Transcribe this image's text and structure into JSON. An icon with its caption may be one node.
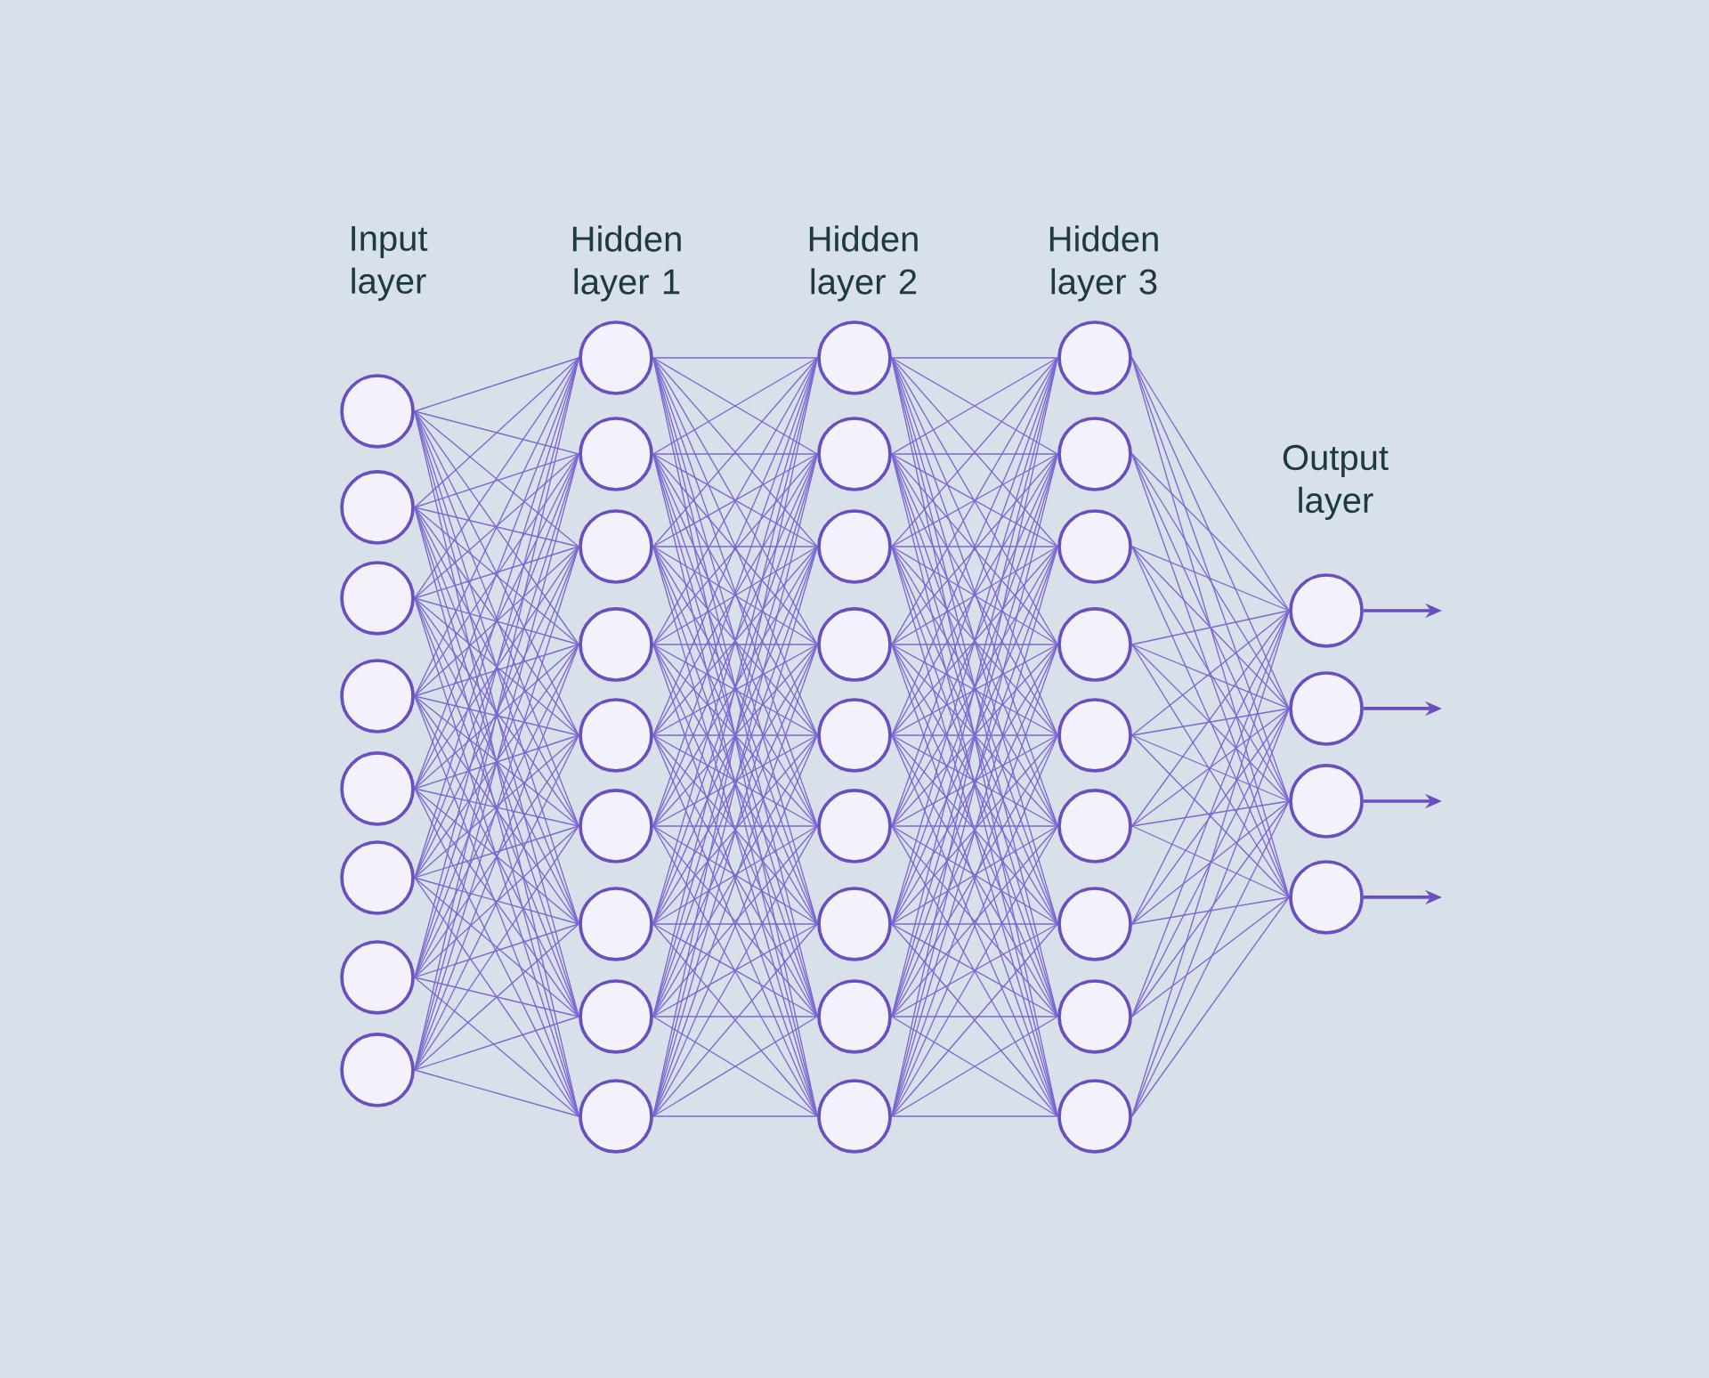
{
  "diagram": {
    "nodes": [
      {
        "text": [],
        "shape": "circle"
      },
      {
        "text": [],
        "shape": "circle"
      },
      {
        "text": [],
        "shape": "circle"
      },
      {
        "text": [],
        "shape": "circle"
      },
      {
        "text": [],
        "shape": "circle"
      },
      {
        "text": [],
        "shape": "circle"
      },
      {
        "text": [],
        "shape": "circle"
      },
      {
        "text": [],
        "shape": "circle"
      },
      {
        "text": [],
        "shape": "circle"
      },
      {
        "text": [],
        "shape": "circle"
      },
      {
        "text": [],
        "shape": "circle"
      },
      {
        "text": [],
        "shape": "circle"
      },
      {
        "text": [],
        "shape": "circle"
      },
      {
        "text": [],
        "shape": "circle"
      },
      {
        "text": [],
        "shape": "circle"
      },
      {
        "text": [],
        "shape": "circle"
      },
      {
        "text": [],
        "shape": "circle"
      },
      {
        "text": [],
        "shape": "circle"
      },
      {
        "text": [],
        "shape": "circle"
      },
      {
        "text": [],
        "shape": "circle"
      },
      {
        "text": [],
        "shape": "circle"
      },
      {
        "text": [],
        "shape": "circle"
      },
      {
        "text": [],
        "shape": "circle"
      },
      {
        "text": [],
        "shape": "circle"
      },
      {
        "text": [],
        "shape": "circle"
      },
      {
        "text": [],
        "shape": "circle"
      },
      {
        "text": [],
        "shape": "circle"
      },
      {
        "text": [],
        "shape": "circle"
      },
      {
        "text": [],
        "shape": "circle"
      },
      {
        "text": [],
        "shape": "circle"
      },
      {
        "text": [],
        "shape": "circle"
      },
      {
        "text": [],
        "shape": "circle"
      },
      {
        "text": [],
        "shape": "circle"
      },
      {
        "text": [],
        "shape": "circle"
      },
      {
        "text": [],
        "shape": "circle"
      },
      {
        "text": [],
        "shape": "circle"
      },
      {
        "text": [],
        "shape": "circle"
      },
      {
        "text": [],
        "shape": "circle"
      },
      {
        "text": [],
        "shape": "circle"
      }
    ],
    "edges": [
      {
        "from": 0,
        "to": 8,
        "arrow": "none"
      },
      {
        "from": 0,
        "to": 9,
        "arrow": "none"
      },
      {
        "from": 0,
        "to": 10,
        "arrow": "none"
      },
      {
        "from": 0,
        "to": 11,
        "arrow": "none"
      },
      {
        "from": 0,
        "to": 12,
        "arrow": "none"
      },
      {
        "from": 0,
        "to": 13,
        "arrow": "none"
      },
      {
        "from": 0,
        "to": 14,
        "arrow": "none"
      },
      {
        "from": 0,
        "to": 15,
        "arrow": "none"
      },
      {
        "from": 0,
        "to": 16,
        "arrow": "none"
      },
      {
        "from": 1,
        "to": 8,
        "arrow": "none"
      },
      {
        "from": 1,
        "to": 9,
        "arrow": "none"
      },
      {
        "from": 1,
        "to": 10,
        "arrow": "none"
      },
      {
        "from": 1,
        "to": 11,
        "arrow": "none"
      },
      {
        "from": 1,
        "to": 12,
        "arrow": "none"
      },
      {
        "from": 1,
        "to": 13,
        "arrow": "none"
      },
      {
        "from": 1,
        "to": 14,
        "arrow": "none"
      },
      {
        "from": 1,
        "to": 15,
        "arrow": "none"
      },
      {
        "from": 1,
        "to": 16,
        "arrow": "none"
      },
      {
        "from": 2,
        "to": 8,
        "arrow": "none"
      },
      {
        "from": 2,
        "to": 9,
        "arrow": "none"
      },
      {
        "from": 2,
        "to": 10,
        "arrow": "none"
      },
      {
        "from": 2,
        "to": 11,
        "arrow": "none"
      },
      {
        "from": 2,
        "to": 12,
        "arrow": "none"
      },
      {
        "from": 2,
        "to": 13,
        "arrow": "none"
      },
      {
        "from": 2,
        "to": 14,
        "arrow": "none"
      },
      {
        "from": 2,
        "to": 15,
        "arrow": "none"
      },
      {
        "from": 2,
        "to": 16,
        "arrow": "none"
      },
      {
        "from": 3,
        "to": 8,
        "arrow": "none"
      },
      {
        "from": 3,
        "to": 9,
        "arrow": "none"
      },
      {
        "from": 3,
        "to": 10,
        "arrow": "none"
      },
      {
        "from": 3,
        "to": 11,
        "arrow": "none"
      },
      {
        "from": 3,
        "to": 12,
        "arrow": "none"
      },
      {
        "from": 3,
        "to": 13,
        "arrow": "none"
      },
      {
        "from": 3,
        "to": 14,
        "arrow": "none"
      },
      {
        "from": 3,
        "to": 15,
        "arrow": "none"
      },
      {
        "from": 3,
        "to": 16,
        "arrow": "none"
      },
      {
        "from": 4,
        "to": 8,
        "arrow": "none"
      },
      {
        "from": 4,
        "to": 9,
        "arrow": "none"
      },
      {
        "from": 4,
        "to": 10,
        "arrow": "none"
      },
      {
        "from": 4,
        "to": 11,
        "arrow": "none"
      },
      {
        "from": 4,
        "to": 12,
        "arrow": "none"
      },
      {
        "from": 4,
        "to": 13,
        "arrow": "none"
      },
      {
        "from": 4,
        "to": 14,
        "arrow": "none"
      },
      {
        "from": 4,
        "to": 15,
        "arrow": "none"
      },
      {
        "from": 4,
        "to": 16,
        "arrow": "none"
      },
      {
        "from": 5,
        "to": 8,
        "arrow": "none"
      },
      {
        "from": 5,
        "to": 9,
        "arrow": "none"
      },
      {
        "from": 5,
        "to": 10,
        "arrow": "none"
      },
      {
        "from": 5,
        "to": 11,
        "arrow": "none"
      },
      {
        "from": 5,
        "to": 12,
        "arrow": "none"
      },
      {
        "from": 5,
        "to": 13,
        "arrow": "none"
      },
      {
        "from": 5,
        "to": 14,
        "arrow": "none"
      },
      {
        "from": 5,
        "to": 15,
        "arrow": "none"
      },
      {
        "from": 5,
        "to": 16,
        "arrow": "none"
      },
      {
        "from": 6,
        "to": 8,
        "arrow": "none"
      },
      {
        "from": 6,
        "to": 9,
        "arrow": "none"
      },
      {
        "from": 6,
        "to": 10,
        "arrow": "none"
      },
      {
        "from": 6,
        "to": 11,
        "arrow": "none"
      },
      {
        "from": 6,
        "to": 12,
        "arrow": "none"
      },
      {
        "from": 6,
        "to": 13,
        "arrow": "none"
      },
      {
        "from": 6,
        "to": 14,
        "arrow": "none"
      },
      {
        "from": 6,
        "to": 15,
        "arrow": "none"
      },
      {
        "from": 6,
        "to": 16,
        "arrow": "none"
      },
      {
        "from": 7,
        "to": 8,
        "arrow": "none"
      },
      {
        "from": 7,
        "to": 9,
        "arrow": "none"
      },
      {
        "from": 7,
        "to": 10,
        "arrow": "none"
      },
      {
        "from": 7,
        "to": 11,
        "arrow": "none"
      },
      {
        "from": 7,
        "to": 12,
        "arrow": "none"
      },
      {
        "from": 7,
        "to": 13,
        "arrow": "none"
      },
      {
        "from": 7,
        "to": 14,
        "arrow": "none"
      },
      {
        "from": 7,
        "to": 15,
        "arrow": "none"
      },
      {
        "from": 7,
        "to": 16,
        "arrow": "none"
      },
      {
        "from": 8,
        "to": 17,
        "arrow": "none"
      },
      {
        "from": 8,
        "to": 18,
        "arrow": "none"
      },
      {
        "from": 8,
        "to": 19,
        "arrow": "none"
      },
      {
        "from": 8,
        "to": 20,
        "arrow": "none"
      },
      {
        "from": 8,
        "to": 21,
        "arrow": "none"
      },
      {
        "from": 8,
        "to": 22,
        "arrow": "none"
      },
      {
        "from": 8,
        "to": 23,
        "arrow": "none"
      },
      {
        "from": 8,
        "to": 24,
        "arrow": "none"
      },
      {
        "from": 8,
        "to": 25,
        "arrow": "none"
      },
      {
        "from": 9,
        "to": 17,
        "arrow": "none"
      },
      {
        "from": 9,
        "to": 18,
        "arrow": "none"
      },
      {
        "from": 9,
        "to": 19,
        "arrow": "none"
      },
      {
        "from": 9,
        "to": 20,
        "arrow": "none"
      },
      {
        "from": 9,
        "to": 21,
        "arrow": "none"
      },
      {
        "from": 9,
        "to": 22,
        "arrow": "none"
      },
      {
        "from": 9,
        "to": 23,
        "arrow": "none"
      },
      {
        "from": 9,
        "to": 24,
        "arrow": "none"
      },
      {
        "from": 9,
        "to": 25,
        "arrow": "none"
      },
      {
        "from": 10,
        "to": 17,
        "arrow": "none"
      },
      {
        "from": 10,
        "to": 18,
        "arrow": "none"
      },
      {
        "from": 10,
        "to": 19,
        "arrow": "none"
      },
      {
        "from": 10,
        "to": 20,
        "arrow": "none"
      },
      {
        "from": 10,
        "to": 21,
        "arrow": "none"
      },
      {
        "from": 10,
        "to": 22,
        "arrow": "none"
      },
      {
        "from": 10,
        "to": 23,
        "arrow": "none"
      },
      {
        "from": 10,
        "to": 24,
        "arrow": "none"
      },
      {
        "from": 10,
        "to": 25,
        "arrow": "none"
      },
      {
        "from": 11,
        "to": 17,
        "arrow": "none"
      },
      {
        "from": 11,
        "to": 18,
        "arrow": "none"
      },
      {
        "from": 11,
        "to": 19,
        "arrow": "none"
      },
      {
        "from": 11,
        "to": 20,
        "arrow": "none"
      },
      {
        "from": 11,
        "to": 21,
        "arrow": "none"
      },
      {
        "from": 11,
        "to": 22,
        "arrow": "none"
      },
      {
        "from": 11,
        "to": 23,
        "arrow": "none"
      },
      {
        "from": 11,
        "to": 24,
        "arrow": "none"
      },
      {
        "from": 11,
        "to": 25,
        "arrow": "none"
      },
      {
        "from": 12,
        "to": 17,
        "arrow": "none"
      },
      {
        "from": 12,
        "to": 18,
        "arrow": "none"
      },
      {
        "from": 12,
        "to": 19,
        "arrow": "none"
      },
      {
        "from": 12,
        "to": 20,
        "arrow": "none"
      },
      {
        "from": 12,
        "to": 21,
        "arrow": "none"
      },
      {
        "from": 12,
        "to": 22,
        "arrow": "none"
      },
      {
        "from": 12,
        "to": 23,
        "arrow": "none"
      },
      {
        "from": 12,
        "to": 24,
        "arrow": "none"
      },
      {
        "from": 12,
        "to": 25,
        "arrow": "none"
      },
      {
        "from": 13,
        "to": 17,
        "arrow": "none"
      },
      {
        "from": 13,
        "to": 18,
        "arrow": "none"
      },
      {
        "from": 13,
        "to": 19,
        "arrow": "none"
      },
      {
        "from": 13,
        "to": 20,
        "arrow": "none"
      },
      {
        "from": 13,
        "to": 21,
        "arrow": "none"
      },
      {
        "from": 13,
        "to": 22,
        "arrow": "none"
      },
      {
        "from": 13,
        "to": 23,
        "arrow": "none"
      },
      {
        "from": 13,
        "to": 24,
        "arrow": "none"
      },
      {
        "from": 13,
        "to": 25,
        "arrow": "none"
      },
      {
        "from": 14,
        "to": 17,
        "arrow": "none"
      },
      {
        "from": 14,
        "to": 18,
        "arrow": "none"
      },
      {
        "from": 14,
        "to": 19,
        "arrow": "none"
      },
      {
        "from": 14,
        "to": 20,
        "arrow": "none"
      },
      {
        "from": 14,
        "to": 21,
        "arrow": "none"
      },
      {
        "from": 14,
        "to": 22,
        "arrow": "none"
      },
      {
        "from": 14,
        "to": 23,
        "arrow": "none"
      },
      {
        "from": 14,
        "to": 24,
        "arrow": "none"
      },
      {
        "from": 14,
        "to": 25,
        "arrow": "none"
      },
      {
        "from": 15,
        "to": 17,
        "arrow": "none"
      },
      {
        "from": 15,
        "to": 18,
        "arrow": "none"
      },
      {
        "from": 15,
        "to": 19,
        "arrow": "none"
      },
      {
        "from": 15,
        "to": 20,
        "arrow": "none"
      },
      {
        "from": 15,
        "to": 21,
        "arrow": "none"
      },
      {
        "from": 15,
        "to": 22,
        "arrow": "none"
      },
      {
        "from": 15,
        "to": 23,
        "arrow": "none"
      },
      {
        "from": 15,
        "to": 24,
        "arrow": "none"
      },
      {
        "from": 15,
        "to": 25,
        "arrow": "none"
      },
      {
        "from": 16,
        "to": 17,
        "arrow": "none"
      },
      {
        "from": 16,
        "to": 18,
        "arrow": "none"
      },
      {
        "from": 16,
        "to": 19,
        "arrow": "none"
      },
      {
        "from": 16,
        "to": 20,
        "arrow": "none"
      },
      {
        "from": 16,
        "to": 21,
        "arrow": "none"
      },
      {
        "from": 16,
        "to": 22,
        "arrow": "none"
      },
      {
        "from": 16,
        "to": 23,
        "arrow": "none"
      },
      {
        "from": 16,
        "to": 24,
        "arrow": "none"
      },
      {
        "from": 16,
        "to": 25,
        "arrow": "none"
      },
      {
        "from": 17,
        "to": 26,
        "arrow": "none"
      },
      {
        "from": 17,
        "to": 27,
        "arrow": "none"
      },
      {
        "from": 17,
        "to": 28,
        "arrow": "none"
      },
      {
        "from": 17,
        "to": 29,
        "arrow": "none"
      },
      {
        "from": 17,
        "to": 30,
        "arrow": "none"
      },
      {
        "from": 17,
        "to": 31,
        "arrow": "none"
      },
      {
        "from": 17,
        "to": 32,
        "arrow": "none"
      },
      {
        "from": 17,
        "to": 33,
        "arrow": "none"
      },
      {
        "from": 17,
        "to": 34,
        "arrow": "none"
      },
      {
        "from": 18,
        "to": 26,
        "arrow": "none"
      },
      {
        "from": 18,
        "to": 27,
        "arrow": "none"
      },
      {
        "from": 18,
        "to": 28,
        "arrow": "none"
      },
      {
        "from": 18,
        "to": 29,
        "arrow": "none"
      },
      {
        "from": 18,
        "to": 30,
        "arrow": "none"
      },
      {
        "from": 18,
        "to": 31,
        "arrow": "none"
      },
      {
        "from": 18,
        "to": 32,
        "arrow": "none"
      },
      {
        "from": 18,
        "to": 33,
        "arrow": "none"
      },
      {
        "from": 18,
        "to": 34,
        "arrow": "none"
      },
      {
        "from": 19,
        "to": 26,
        "arrow": "none"
      },
      {
        "from": 19,
        "to": 27,
        "arrow": "none"
      },
      {
        "from": 19,
        "to": 28,
        "arrow": "none"
      },
      {
        "from": 19,
        "to": 29,
        "arrow": "none"
      },
      {
        "from": 19,
        "to": 30,
        "arrow": "none"
      },
      {
        "from": 19,
        "to": 31,
        "arrow": "none"
      },
      {
        "from": 19,
        "to": 32,
        "arrow": "none"
      },
      {
        "from": 19,
        "to": 33,
        "arrow": "none"
      },
      {
        "from": 19,
        "to": 34,
        "arrow": "none"
      },
      {
        "from": 20,
        "to": 26,
        "arrow": "none"
      },
      {
        "from": 20,
        "to": 27,
        "arrow": "none"
      },
      {
        "from": 20,
        "to": 28,
        "arrow": "none"
      },
      {
        "from": 20,
        "to": 29,
        "arrow": "none"
      },
      {
        "from": 20,
        "to": 30,
        "arrow": "none"
      },
      {
        "from": 20,
        "to": 31,
        "arrow": "none"
      },
      {
        "from": 20,
        "to": 32,
        "arrow": "none"
      },
      {
        "from": 20,
        "to": 33,
        "arrow": "none"
      },
      {
        "from": 20,
        "to": 34,
        "arrow": "none"
      },
      {
        "from": 21,
        "to": 26,
        "arrow": "none"
      },
      {
        "from": 21,
        "to": 27,
        "arrow": "none"
      },
      {
        "from": 21,
        "to": 28,
        "arrow": "none"
      },
      {
        "from": 21,
        "to": 29,
        "arrow": "none"
      },
      {
        "from": 21,
        "to": 30,
        "arrow": "none"
      },
      {
        "from": 21,
        "to": 31,
        "arrow": "none"
      },
      {
        "from": 21,
        "to": 32,
        "arrow": "none"
      },
      {
        "from": 21,
        "to": 33,
        "arrow": "none"
      },
      {
        "from": 21,
        "to": 34,
        "arrow": "none"
      },
      {
        "from": 22,
        "to": 26,
        "arrow": "none"
      },
      {
        "from": 22,
        "to": 27,
        "arrow": "none"
      },
      {
        "from": 22,
        "to": 28,
        "arrow": "none"
      },
      {
        "from": 22,
        "to": 29,
        "arrow": "none"
      },
      {
        "from": 22,
        "to": 30,
        "arrow": "none"
      },
      {
        "from": 22,
        "to": 31,
        "arrow": "none"
      },
      {
        "from": 22,
        "to": 32,
        "arrow": "none"
      },
      {
        "from": 22,
        "to": 33,
        "arrow": "none"
      },
      {
        "from": 22,
        "to": 34,
        "arrow": "none"
      },
      {
        "from": 23,
        "to": 26,
        "arrow": "none"
      },
      {
        "from": 23,
        "to": 27,
        "arrow": "none"
      },
      {
        "from": 23,
        "to": 28,
        "arrow": "none"
      },
      {
        "from": 23,
        "to": 29,
        "arrow": "none"
      },
      {
        "from": 23,
        "to": 30,
        "arrow": "none"
      },
      {
        "from": 23,
        "to": 31,
        "arrow": "none"
      },
      {
        "from": 23,
        "to": 32,
        "arrow": "none"
      },
      {
        "from": 23,
        "to": 33,
        "arrow": "none"
      },
      {
        "from": 23,
        "to": 34,
        "arrow": "none"
      },
      {
        "from": 24,
        "to": 26,
        "arrow": "none"
      },
      {
        "from": 24,
        "to": 27,
        "arrow": "none"
      },
      {
        "from": 24,
        "to": 28,
        "arrow": "none"
      },
      {
        "from": 24,
        "to": 29,
        "arrow": "none"
      },
      {
        "from": 24,
        "to": 30,
        "arrow": "none"
      },
      {
        "from": 24,
        "to": 31,
        "arrow": "none"
      },
      {
        "from": 24,
        "to": 32,
        "arrow": "none"
      },
      {
        "from": 24,
        "to": 33,
        "arrow": "none"
      },
      {
        "from": 24,
        "to": 34,
        "arrow": "none"
      },
      {
        "from": 25,
        "to": 26,
        "arrow": "none"
      },
      {
        "from": 25,
        "to": 27,
        "arrow": "none"
      },
      {
        "from": 25,
        "to": 28,
        "arrow": "none"
      },
      {
        "from": 25,
        "to": 29,
        "arrow": "none"
      },
      {
        "from": 25,
        "to": 30,
        "arrow": "none"
      },
      {
        "from": 25,
        "to": 31,
        "arrow": "none"
      },
      {
        "from": 25,
        "to": 32,
        "arrow": "none"
      },
      {
        "from": 25,
        "to": 33,
        "arrow": "none"
      },
      {
        "from": 25,
        "to": 34,
        "arrow": "none"
      },
      {
        "from": 26,
        "to": 35,
        "arrow": "none"
      },
      {
        "from": 26,
        "to": 36,
        "arrow": "none"
      },
      {
        "from": 26,
        "to": 37,
        "arrow": "none"
      },
      {
        "from": 26,
        "to": 38,
        "arrow": "none"
      },
      {
        "from": 27,
        "to": 35,
        "arrow": "none"
      },
      {
        "from": 27,
        "to": 36,
        "arrow": "none"
      },
      {
        "from": 27,
        "to": 37,
        "arrow": "none"
      },
      {
        "from": 27,
        "to": 38,
        "arrow": "none"
      },
      {
        "from": 28,
        "to": 35,
        "arrow": "none"
      },
      {
        "from": 28,
        "to": 36,
        "arrow": "none"
      },
      {
        "from": 28,
        "to": 37,
        "arrow": "none"
      },
      {
        "from": 28,
        "to": 38,
        "arrow": "none"
      },
      {
        "from": 29,
        "to": 35,
        "arrow": "none"
      },
      {
        "from": 29,
        "to": 36,
        "arrow": "none"
      },
      {
        "from": 29,
        "to": 37,
        "arrow": "none"
      },
      {
        "from": 29,
        "to": 38,
        "arrow": "none"
      },
      {
        "from": 30,
        "to": 35,
        "arrow": "none"
      },
      {
        "from": 30,
        "to": 36,
        "arrow": "none"
      },
      {
        "from": 30,
        "to": 37,
        "arrow": "none"
      },
      {
        "from": 30,
        "to": 38,
        "arrow": "none"
      },
      {
        "from": 31,
        "to": 35,
        "arrow": "none"
      },
      {
        "from": 31,
        "to": 36,
        "arrow": "none"
      },
      {
        "from": 31,
        "to": 37,
        "arrow": "none"
      },
      {
        "from": 31,
        "to": 38,
        "arrow": "none"
      },
      {
        "from": 32,
        "to": 35,
        "arrow": "none"
      },
      {
        "from": 32,
        "to": 36,
        "arrow": "none"
      },
      {
        "from": 32,
        "to": 37,
        "arrow": "none"
      },
      {
        "from": 32,
        "to": 38,
        "arrow": "none"
      },
      {
        "from": 33,
        "to": 35,
        "arrow": "none"
      },
      {
        "from": 33,
        "to": 36,
        "arrow": "none"
      },
      {
        "from": 33,
        "to": 37,
        "arrow": "none"
      },
      {
        "from": 33,
        "to": 38,
        "arrow": "none"
      },
      {
        "from": 34,
        "to": 35,
        "arrow": "none"
      },
      {
        "from": 34,
        "to": 36,
        "arrow": "none"
      },
      {
        "from": 34,
        "to": 37,
        "arrow": "none"
      },
      {
        "from": 34,
        "to": 38,
        "arrow": "none"
      },
      {
        "from": 35,
        "to": null,
        "arrow": "to"
      },
      {
        "from": 36,
        "to": null,
        "arrow": "to"
      },
      {
        "from": 37,
        "to": null,
        "arrow": "to"
      },
      {
        "from": 38,
        "to": null,
        "arrow": "to"
      }
    ],
    "labels": [
      "Input layer",
      "Hidden layer 1",
      "Hidden layer 2",
      "Hidden layer 3",
      "Output layer"
    ]
  }
}
